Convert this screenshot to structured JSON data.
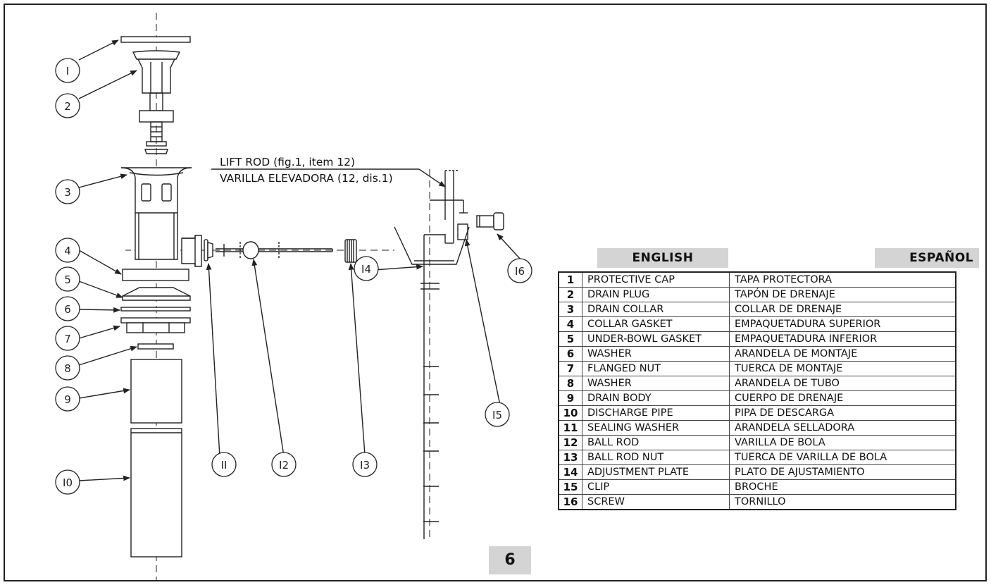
{
  "lift_rod_label": {
    "line1": "LIFT ROD (fig.1, item 12)",
    "line2": "VARILLA ELEVADORA (12, dis.1)"
  },
  "callouts": [
    "I",
    "2",
    "3",
    "4",
    "5",
    "6",
    "7",
    "8",
    "9",
    "I0",
    "II",
    "I2",
    "I3",
    "I4",
    "I5",
    "I6"
  ],
  "table": {
    "headers": {
      "english": "ENGLISH",
      "spanish": "ESPAÑOL"
    },
    "rows": [
      {
        "num": "1",
        "en": "PROTECTIVE CAP",
        "es": "TAPA PROTECTORA"
      },
      {
        "num": "2",
        "en": "DRAIN PLUG",
        "es": "TAPÓN DE DRENAJE"
      },
      {
        "num": "3",
        "en": "DRAIN COLLAR",
        "es": "COLLAR DE DRENAJE"
      },
      {
        "num": "4",
        "en": "COLLAR GASKET",
        "es": "EMPAQUETADURA SUPERIOR"
      },
      {
        "num": "5",
        "en": "UNDER-BOWL GASKET",
        "es": "EMPAQUETADURA INFERIOR"
      },
      {
        "num": "6",
        "en": "WASHER",
        "es": "ARANDELA DE MONTAJE"
      },
      {
        "num": "7",
        "en": "FLANGED NUT",
        "es": "TUERCA DE MONTAJE"
      },
      {
        "num": "8",
        "en": "WASHER",
        "es": "ARANDELA DE TUBO"
      },
      {
        "num": "9",
        "en": "DRAIN BODY",
        "es": "CUERPO DE DRENAJE"
      },
      {
        "num": "10",
        "en": "DISCHARGE PIPE",
        "es": "PIPA DE DESCARGA"
      },
      {
        "num": "11",
        "en": "SEALING WASHER",
        "es": "ARANDELA SELLADORA"
      },
      {
        "num": "12",
        "en": "BALL ROD",
        "es": "VARILLA DE BOLA"
      },
      {
        "num": "13",
        "en": "BALL ROD NUT",
        "es": "TUERCA DE VARILLA DE BOLA"
      },
      {
        "num": "14",
        "en": "ADJUSTMENT PLATE",
        "es": "PLATO DE AJUSTAMIENTO"
      },
      {
        "num": "15",
        "en": "CLIP",
        "es": "BROCHE"
      },
      {
        "num": "16",
        "en": "SCREW",
        "es": "TORNILLO"
      }
    ]
  },
  "figure_number": "6",
  "colors": {
    "line": "#222222",
    "header_fill": "#d4d4d4"
  }
}
